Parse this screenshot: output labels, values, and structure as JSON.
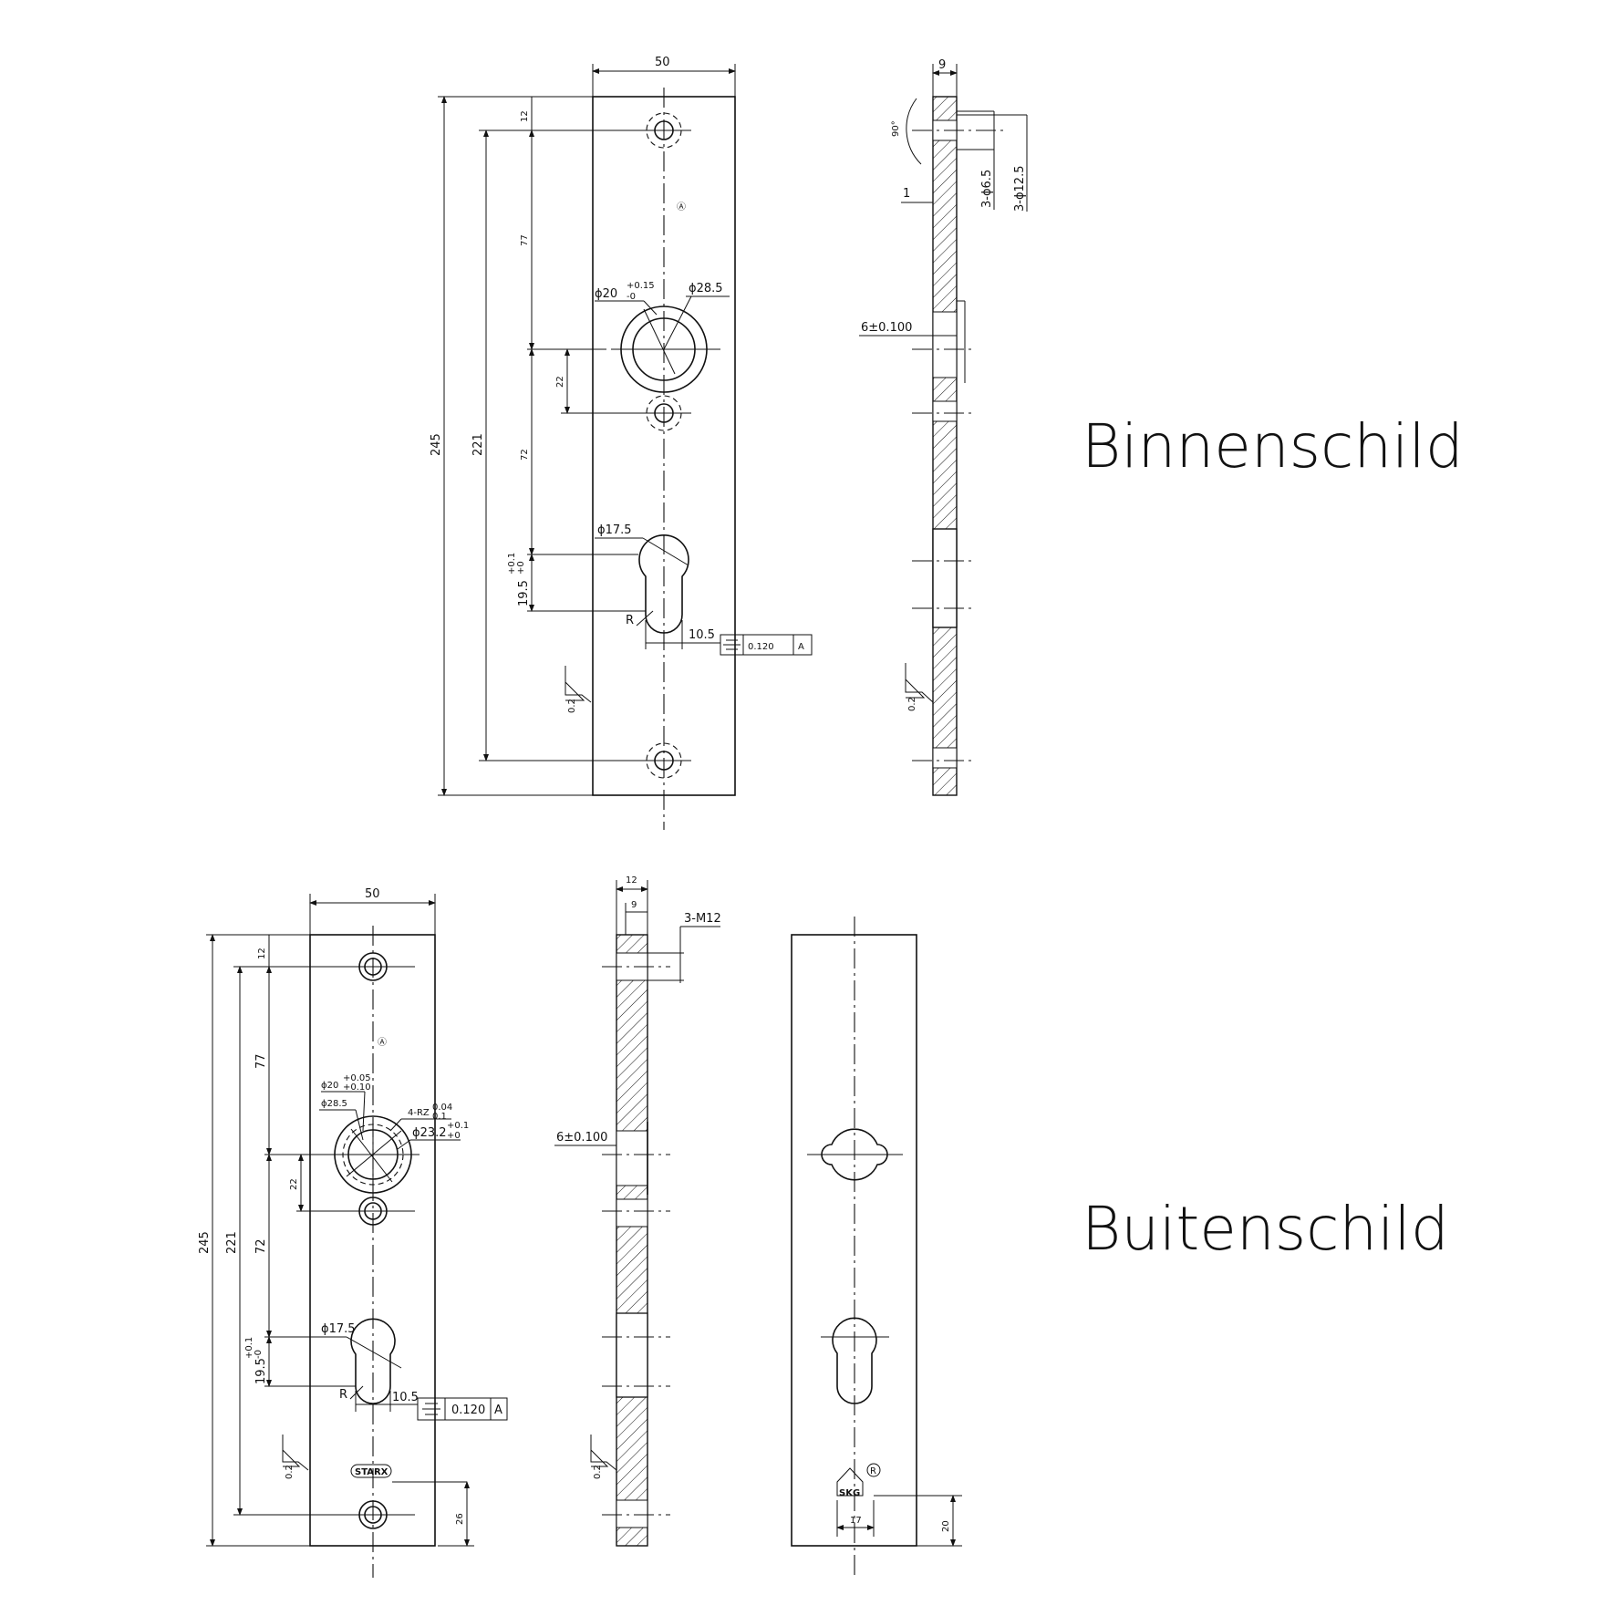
{
  "titles": {
    "inner": "Binnenschild",
    "outer": "Buitenschild"
  },
  "inner_front": {
    "width": "50",
    "total_height": "245",
    "hole_spacing": "221",
    "top_offset": "12",
    "to_handle": "77",
    "handle_to_hole": "22",
    "handle_to_cyl": "72",
    "cyl_slot": "19.5",
    "cyl_tol_plus": "+0.1",
    "cyl_tol_minus": "+0",
    "d_inner": "ϕ20",
    "d_inner_tol_plus": "+0.15",
    "d_inner_tol_minus": "-0",
    "d_outer": "ϕ28.5",
    "d_cyl": "ϕ17.5",
    "radius": "R",
    "slot_width": "10.5",
    "sym_tol": "0.120",
    "datum": "A",
    "roughness": "0.2"
  },
  "inner_side": {
    "thickness": "9",
    "angle": "90°",
    "recess": "1",
    "hole_small": "3-ϕ6.5",
    "hole_large": "3-ϕ12.5",
    "boss": "6±0.100",
    "roughness": "0.2"
  },
  "outer_front": {
    "width": "50",
    "total_height": "245",
    "hole_spacing": "221",
    "top_offset": "12",
    "to_handle": "77",
    "handle_to_hole": "22",
    "handle_to_cyl": "72",
    "cyl_slot": "19.5",
    "cyl_tol_plus": "+0.1",
    "cyl_tol_minus": "-0",
    "d_inner": "ϕ20",
    "d_inner_tol_plus": "+0.05",
    "d_inner_tol_minus": "+0.10",
    "d_outer": "ϕ28.5",
    "rz": "4-RZ",
    "rz_tol_plus": "0.04",
    "rz_tol_minus": "0.1",
    "d_mid": "ϕ23.2",
    "d_mid_tol_plus": "+0.1",
    "d_mid_tol_minus": "+0",
    "d_cyl": "ϕ17.5",
    "radius": "R",
    "slot_width": "10.5",
    "sym_tol": "0.120",
    "datum": "A",
    "roughness": "0.2",
    "logo_dist": "26",
    "logo": "STARX"
  },
  "outer_side": {
    "thickness": "12",
    "inner_thickness": "9",
    "thread": "3-M12",
    "boss": "6±0.100",
    "roughness": "0.2"
  },
  "outer_back": {
    "logo_width": "17",
    "logo_height": "20",
    "logo": "SKG"
  }
}
